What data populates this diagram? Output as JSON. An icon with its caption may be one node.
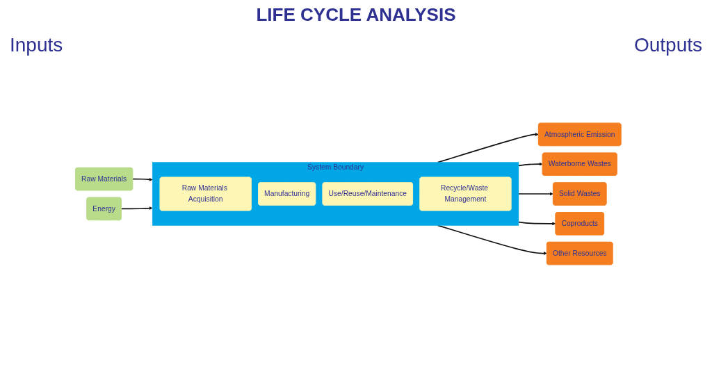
{
  "diagram": {
    "title": "LIFE CYCLE ANALYSIS",
    "nodes": [
      {
        "text": [
          "System Boundary"
        ]
      },
      {
        "text": [
          "Raw Materials Acquisition"
        ],
        "in": 0
      },
      {
        "text": [
          "Manufacturing"
        ],
        "in": 0
      },
      {
        "text": [
          "Use/Reuse/Maintenance"
        ],
        "in": 0
      },
      {
        "text": [
          "Recycle/Waste Management"
        ],
        "in": 0
      },
      {
        "text": [
          "Raw Materials"
        ]
      },
      {
        "text": [
          "Energy"
        ]
      },
      {
        "text": [
          "Atmospheric Emission"
        ]
      },
      {
        "text": [
          "Waterborne Wastes"
        ]
      },
      {
        "text": [
          "Solid Wastes"
        ]
      },
      {
        "text": [
          "Coproducts"
        ]
      },
      {
        "text": [
          "Other Resources"
        ]
      }
    ],
    "edges": [
      {
        "from": 5,
        "to": 0,
        "arrow": "to"
      },
      {
        "from": 6,
        "to": 0,
        "arrow": "to"
      },
      {
        "from": 0,
        "to": 7,
        "arrow": "to"
      },
      {
        "from": 0,
        "to": 8,
        "arrow": "to"
      },
      {
        "from": 0,
        "to": 9,
        "arrow": "to"
      },
      {
        "from": 0,
        "to": 10,
        "arrow": "to"
      },
      {
        "from": 0,
        "to": 11,
        "arrow": "to"
      }
    ],
    "labels": [
      "Inputs",
      "Outputs"
    ]
  }
}
